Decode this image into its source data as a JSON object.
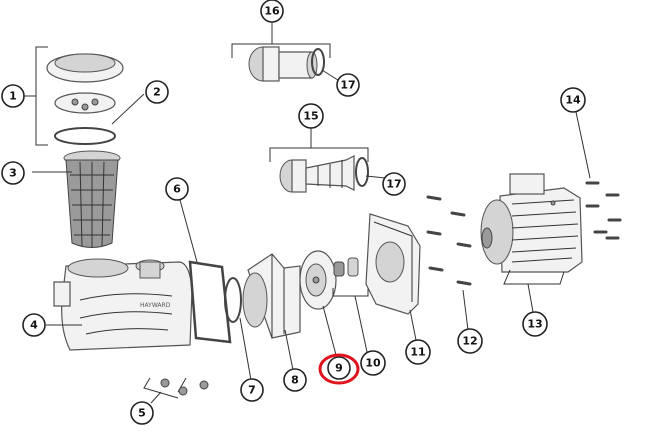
{
  "labels": [
    "1",
    "2",
    "3",
    "4",
    "5",
    "6",
    "7",
    "8",
    "9",
    "10",
    "11",
    "12",
    "13",
    "14",
    "15",
    "16",
    "17",
    "17"
  ],
  "highlight": {
    "label": "9",
    "color": "#e0141e"
  }
}
